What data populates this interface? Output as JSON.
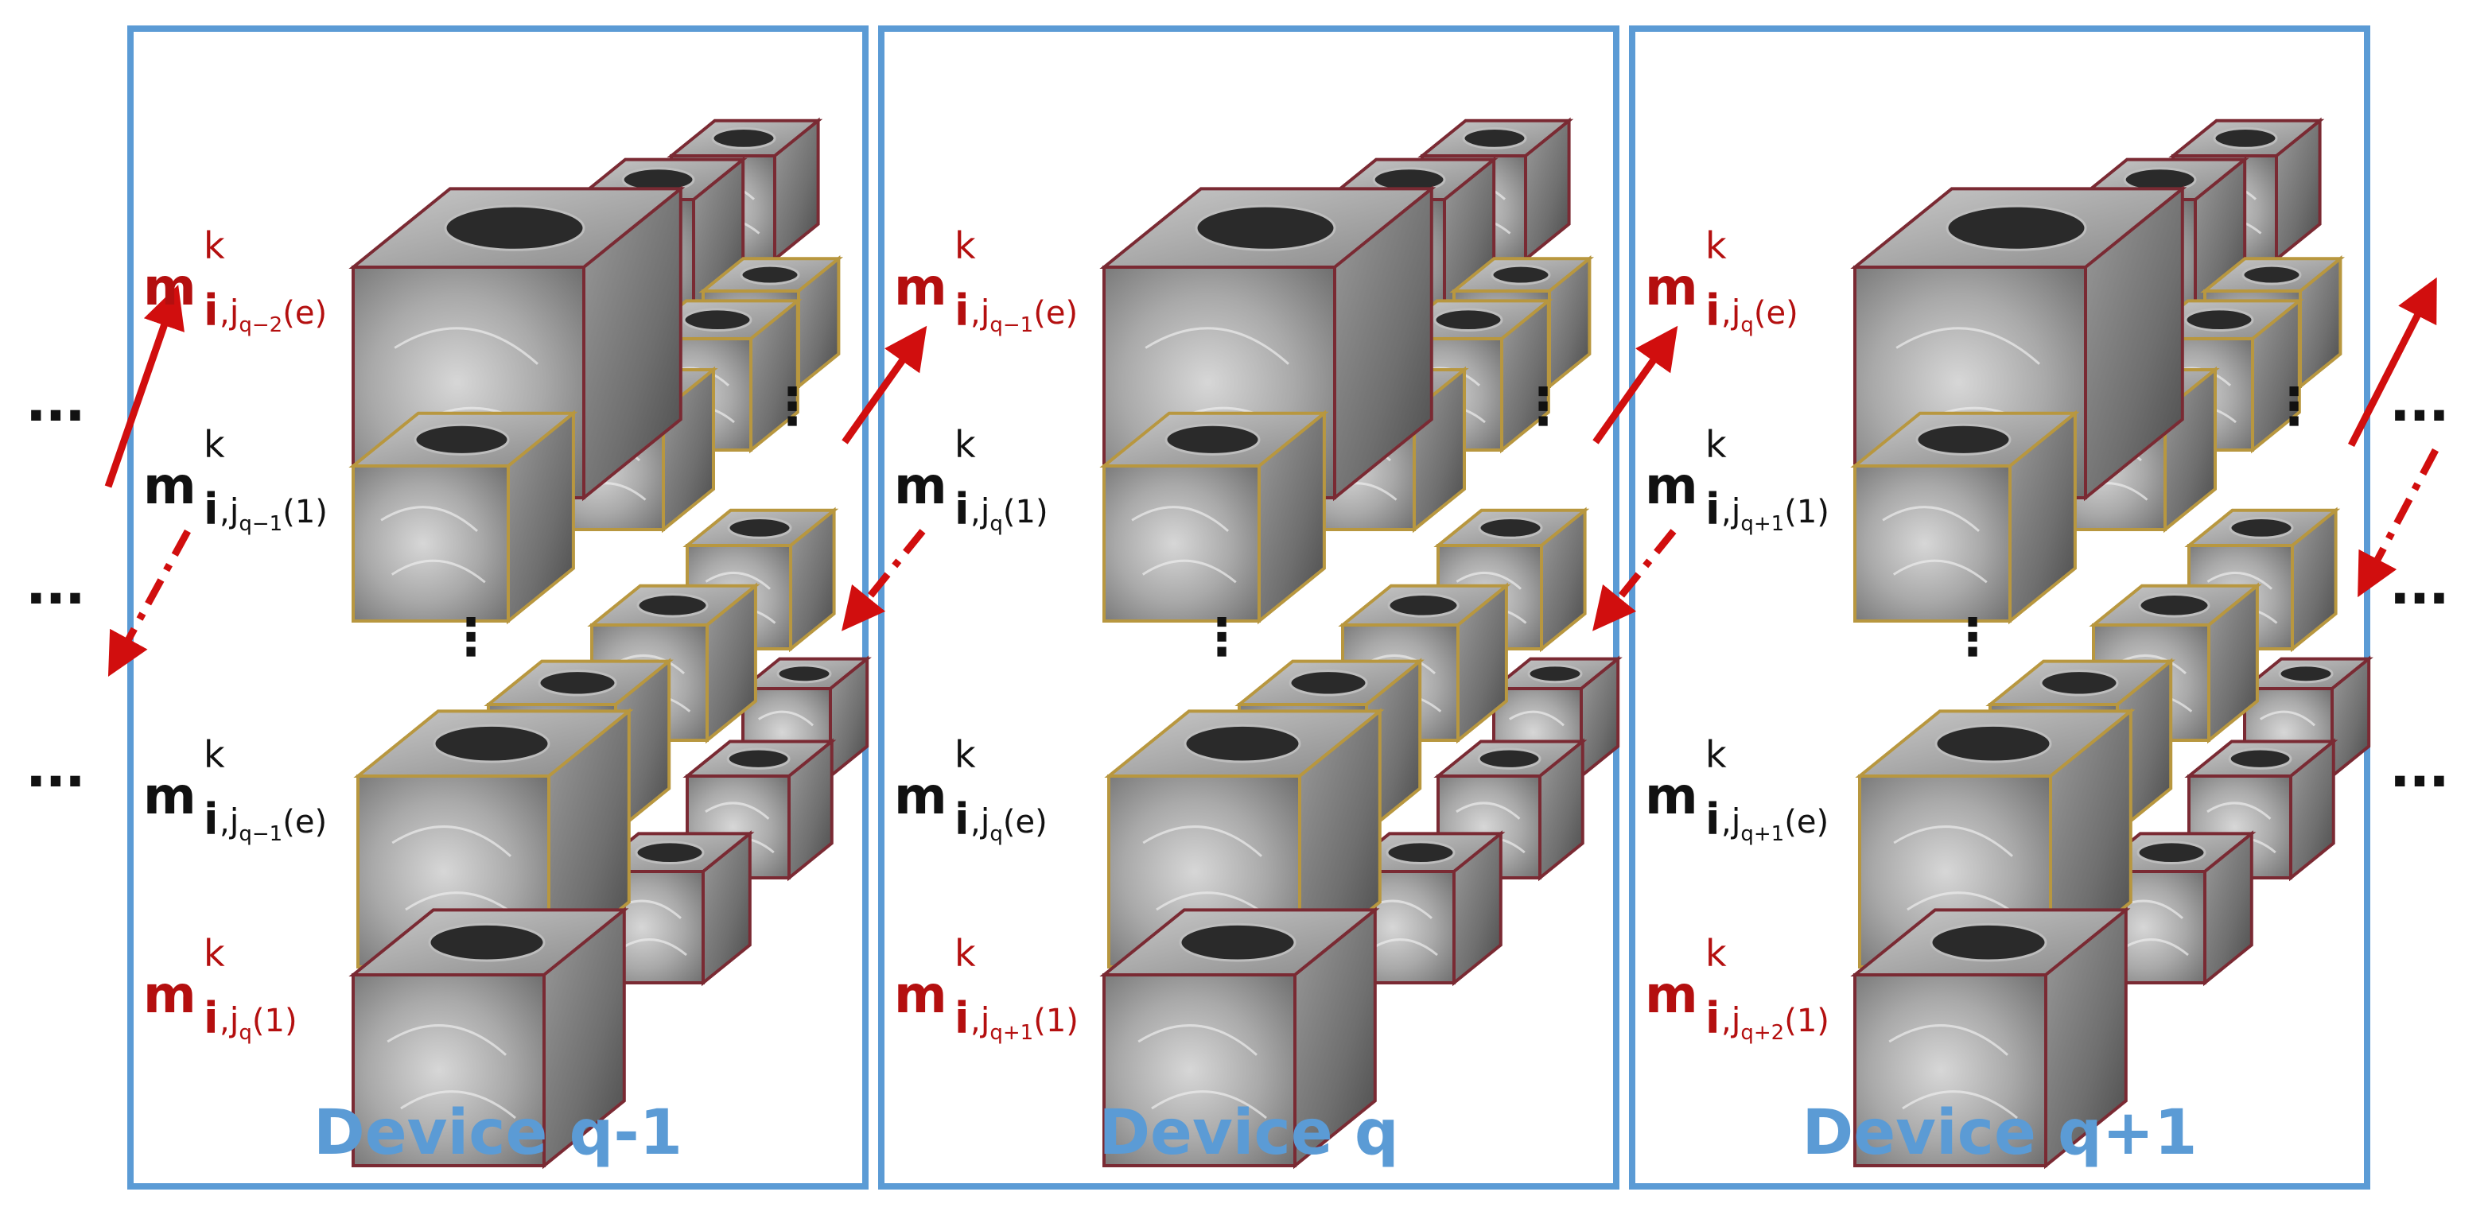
{
  "devices": [
    {
      "title": "Device q-1",
      "labels": [
        {
          "color": "red",
          "m": "m",
          "sup": "k",
          "i": "i",
          "comma": ",",
          "j": "j",
          "idx": "q−2",
          "arg": "(e)"
        },
        {
          "color": "black",
          "m": "m",
          "sup": "k",
          "i": "i",
          "comma": ",",
          "j": "j",
          "idx": "q−1",
          "arg": "(1)"
        },
        {
          "color": "black",
          "m": "m",
          "sup": "k",
          "i": "i",
          "comma": ",",
          "j": "j",
          "idx": "q−1",
          "arg": "(e)"
        },
        {
          "color": "red",
          "m": "m",
          "sup": "k",
          "i": "i",
          "comma": ",",
          "j": "j",
          "idx": "q",
          "arg": "(1)"
        }
      ]
    },
    {
      "title": "Device q",
      "labels": [
        {
          "color": "red",
          "m": "m",
          "sup": "k",
          "i": "i",
          "comma": ",",
          "j": "j",
          "idx": "q−1",
          "arg": "(e)"
        },
        {
          "color": "black",
          "m": "m",
          "sup": "k",
          "i": "i",
          "comma": ",",
          "j": "j",
          "idx": "q",
          "arg": "(1)"
        },
        {
          "color": "black",
          "m": "m",
          "sup": "k",
          "i": "i",
          "comma": ",",
          "j": "j",
          "idx": "q",
          "arg": "(e)"
        },
        {
          "color": "red",
          "m": "m",
          "sup": "k",
          "i": "i",
          "comma": ",",
          "j": "j",
          "idx": "q+1",
          "arg": "(1)"
        }
      ]
    },
    {
      "title": "Device q+1",
      "labels": [
        {
          "color": "red",
          "m": "m",
          "sup": "k",
          "i": "i",
          "comma": ",",
          "j": "j",
          "idx": "q",
          "arg": "(e)"
        },
        {
          "color": "black",
          "m": "m",
          "sup": "k",
          "i": "i",
          "comma": ",",
          "j": "j",
          "idx": "q+1",
          "arg": "(1)"
        },
        {
          "color": "black",
          "m": "m",
          "sup": "k",
          "i": "i",
          "comma": ",",
          "j": "j",
          "idx": "q+1",
          "arg": "(e)"
        },
        {
          "color": "red",
          "m": "m",
          "sup": "k",
          "i": "i",
          "comma": ",",
          "j": "j",
          "idx": "q+2",
          "arg": "(1)"
        }
      ]
    }
  ],
  "ellipsis": "...",
  "vertical_ellipsis": "⋮",
  "colors": {
    "device_border": "#5b9bd5",
    "arrow": "#d10e0e",
    "label_red": "#b40f0f",
    "cube_edge_red": "#7a2a33",
    "cube_edge_gold": "#b8973f"
  }
}
